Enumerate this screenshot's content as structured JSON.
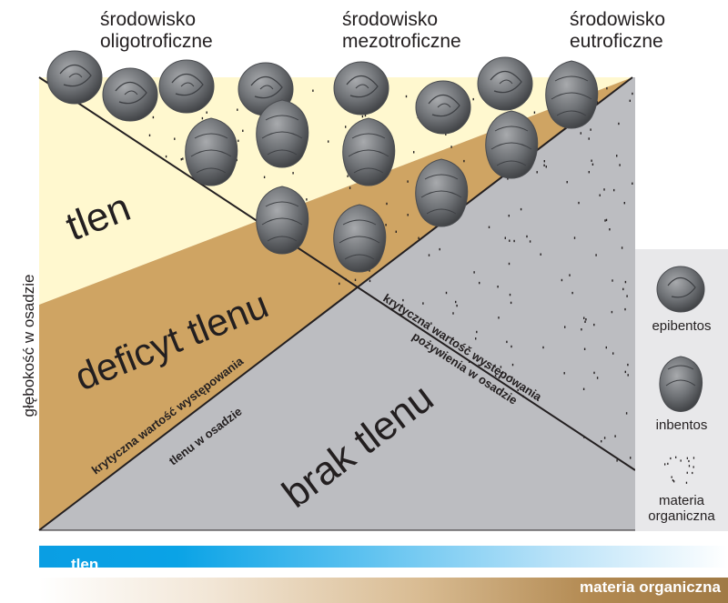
{
  "headers": {
    "oligo": [
      "środowisko",
      "oligotroficzne"
    ],
    "mezo": [
      "środowisko",
      "mezotroficzne"
    ],
    "eu": [
      "środowisko",
      "eutroficzne"
    ]
  },
  "side_label": "głębokość w osadzie",
  "zones": {
    "oxygen": "tlen",
    "deficit": "deficyt tlenu",
    "none": "brak tlenu"
  },
  "lines": {
    "oxygen_critical": [
      "krytyczna wartość występowania",
      "tlenu w osadzie"
    ],
    "food_critical": [
      "krytyczna wartość występowania",
      "pożywienia w osadzie"
    ]
  },
  "legend": {
    "epibentos": "epibentos",
    "inbentos": "inbentos",
    "materia": [
      "materia",
      "organiczna"
    ]
  },
  "bars": {
    "oxygen": "tlen",
    "organic": "materia organiczna"
  },
  "colors": {
    "oxygen_zone": "#fff8cf",
    "deficit_zone": "#cfa463",
    "anoxic_zone": "#bcbdc1",
    "foram": "#6b6e72"
  }
}
